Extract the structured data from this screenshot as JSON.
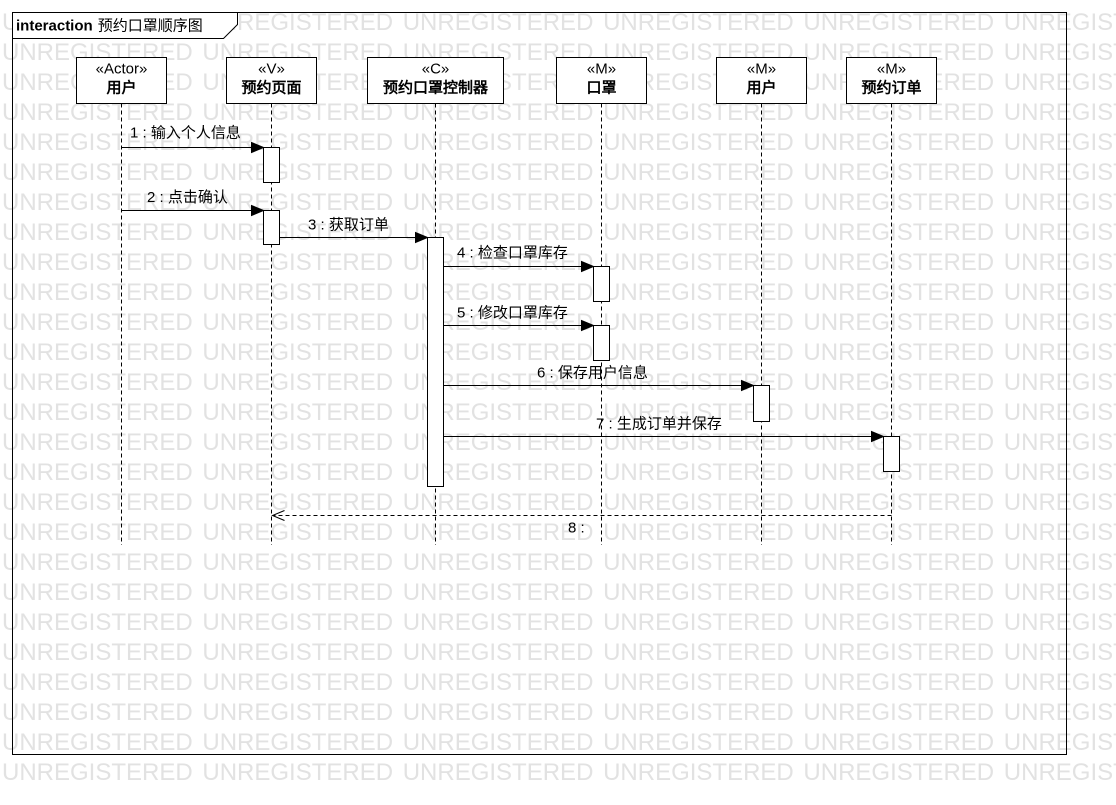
{
  "watermark": "UNREGISTERED",
  "colors": {
    "stroke": "#000000",
    "fill": "#ffffff",
    "watermark": "#e2e2e2"
  },
  "frame": {
    "keyword": "interaction",
    "name": "预约口罩顺序图"
  },
  "lifelines": [
    {
      "stereotype": "«Actor»",
      "name": "用户"
    },
    {
      "stereotype": "«V»",
      "name": "预约页面"
    },
    {
      "stereotype": "«C»",
      "name": "预约口罩控制器"
    },
    {
      "stereotype": "«M»",
      "name": "口罩"
    },
    {
      "stereotype": "«M»",
      "name": "用户"
    },
    {
      "stereotype": "«M»",
      "name": "预约订单"
    }
  ],
  "messages": [
    {
      "label": "1 : 输入个人信息"
    },
    {
      "label": "2 : 点击确认"
    },
    {
      "label": "3 : 获取订单"
    },
    {
      "label": "4 : 检查口罩库存"
    },
    {
      "label": "5 : 修改口罩库存"
    },
    {
      "label": "6 : 保存用户信息"
    },
    {
      "label": "7 : 生成订单并保存"
    },
    {
      "label": "8 :"
    }
  ]
}
